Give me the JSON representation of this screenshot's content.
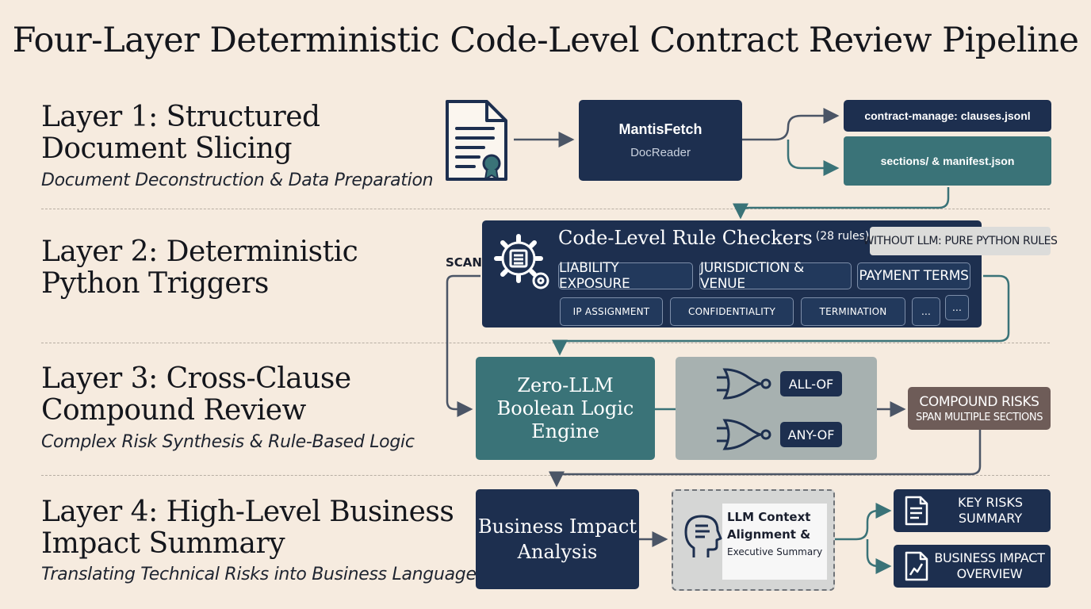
{
  "title": "Four-Layer Deterministic Code-Level Contract Review Pipeline",
  "layers": [
    {
      "heading_line1": "Layer 1: Structured",
      "heading_line2": "Document Slicing",
      "subtitle": "Document Deconstruction & Data Preparation"
    },
    {
      "heading_line1": "Layer 2: Deterministic",
      "heading_line2": "Python Triggers",
      "subtitle": ""
    },
    {
      "heading_line1": "Layer 3: Cross-Clause",
      "heading_line2": "Compound Review",
      "subtitle": "Complex Risk Synthesis & Rule-Based Logic"
    },
    {
      "heading_line1": "Layer 4: High-Level Business",
      "heading_line2": "Impact Summary",
      "subtitle": "Translating Technical Risks into Business Language"
    }
  ],
  "layer1": {
    "reader_title": "MantisFetch",
    "reader_sub": "DocReader",
    "output1": "contract-manage: clauses.jsonl",
    "output2": "sections/ & manifest.json"
  },
  "layer2": {
    "scan_label": "SCAN",
    "checker_title": "Code-Level Rule Checkers",
    "checker_count": "(28 rules)",
    "badge": "WITHOUT LLM: PURE PYTHON RULES",
    "rules_row1": [
      "LIABILITY EXPOSURE",
      "JURISDICTION & VENUE",
      "PAYMENT TERMS"
    ],
    "rules_row2": [
      "IP ASSIGNMENT",
      "CONFIDENTIALITY",
      "TERMINATION",
      "...",
      "..."
    ]
  },
  "layer3": {
    "engine_line1": "Zero-LLM",
    "engine_line2": "Boolean Logic",
    "engine_line3": "Engine",
    "gate_all": "ALL-OF",
    "gate_any": "ANY-OF",
    "compound_line1": "COMPOUND RISKS",
    "compound_line2": "SPAN MULTIPLE SECTIONS"
  },
  "layer4": {
    "analysis_line1": "Business Impact",
    "analysis_line2": "Analysis",
    "llm_line1": "LLM Context",
    "llm_line2": "Alignment &",
    "llm_line3": "Executive Summary",
    "out1_line1": "KEY RISKS",
    "out1_line2": "SUMMARY",
    "out2_line1": "BUSINESS IMPACT",
    "out2_line2": "OVERVIEW"
  },
  "colors": {
    "background": "#f6ebdf",
    "navy": "#1d2f4f",
    "teal": "#3a7378",
    "gray_panel": "#a7b1b0",
    "compound": "#6e5c58",
    "connector": "#4b5566"
  },
  "icons": [
    "document-certificate-icon",
    "gear-list-icon",
    "logic-gate-icon",
    "brain-head-icon",
    "document-list-icon",
    "document-chart-icon"
  ]
}
